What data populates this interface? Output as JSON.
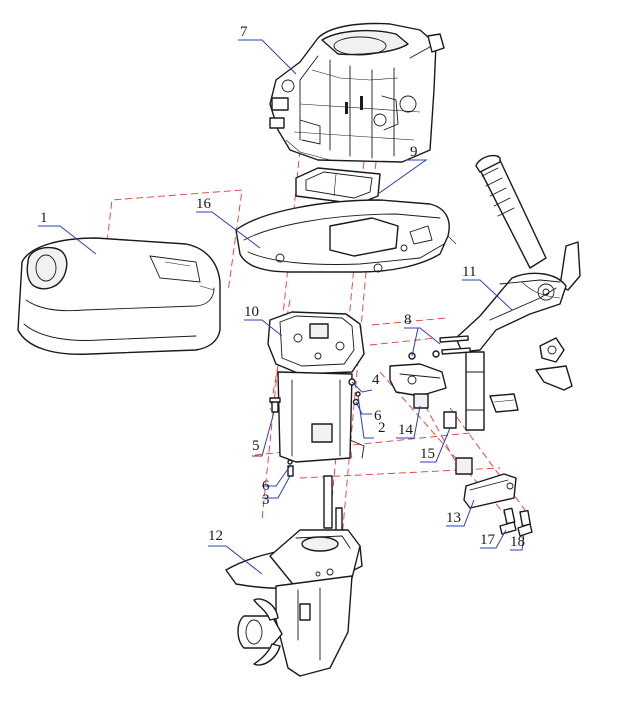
{
  "diagram": {
    "callouts": [
      {
        "id": "c1",
        "label": "1"
      },
      {
        "id": "c2",
        "label": "2"
      },
      {
        "id": "c3",
        "label": "3"
      },
      {
        "id": "c4",
        "label": "4"
      },
      {
        "id": "c5",
        "label": "5"
      },
      {
        "id": "c6a",
        "label": "6"
      },
      {
        "id": "c6b",
        "label": "6"
      },
      {
        "id": "c7",
        "label": "7"
      },
      {
        "id": "c8",
        "label": "8"
      },
      {
        "id": "c9",
        "label": "9"
      },
      {
        "id": "c10",
        "label": "10"
      },
      {
        "id": "c11",
        "label": "11"
      },
      {
        "id": "c12",
        "label": "12"
      },
      {
        "id": "c13",
        "label": "13"
      },
      {
        "id": "c14",
        "label": "14"
      },
      {
        "id": "c15",
        "label": "15"
      },
      {
        "id": "c16",
        "label": "16"
      },
      {
        "id": "c17",
        "label": "17"
      },
      {
        "id": "c18",
        "label": "18"
      }
    ],
    "colors": {
      "line": "#1a1a1a",
      "assembly_line": "#e8383a",
      "leader": "#2f3fb8",
      "background": "#ffffff"
    }
  }
}
